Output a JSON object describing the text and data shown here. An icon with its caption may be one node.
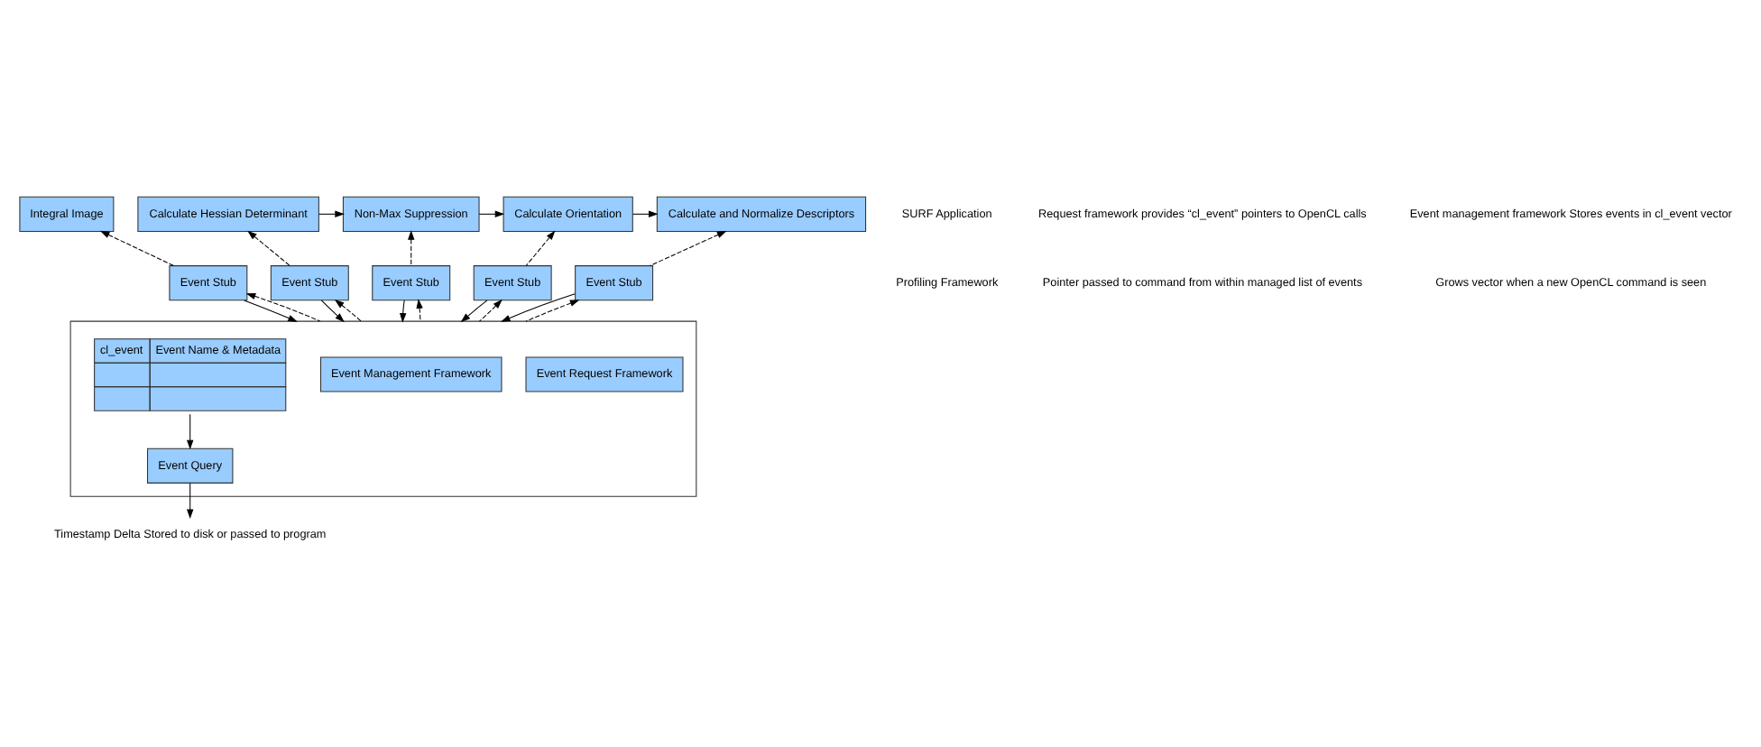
{
  "diagram": {
    "nodes": [
      {
        "text": [
          "Integral Image"
        ]
      },
      {
        "text": [
          "Calculate Hessian Determinant"
        ]
      },
      {
        "text": [
          "Non-Max Suppression"
        ]
      },
      {
        "text": [
          "Calculate Orientation"
        ]
      },
      {
        "text": [
          "Calculate and Normalize Descriptors"
        ]
      },
      {
        "text": [
          "Event Stub"
        ]
      },
      {
        "text": [
          "Event Stub"
        ]
      },
      {
        "text": [
          "Event Stub"
        ]
      },
      {
        "text": [
          "Event Stub"
        ]
      },
      {
        "text": [
          "Event Stub"
        ]
      },
      {
        "text": [],
        "shape": "box"
      },
      {
        "text": [
          "Event Request Framework"
        ],
        "in": 10
      },
      {
        "text": [
          "Event Management Framework"
        ],
        "in": 10
      },
      {
        "text": [
          "cl_event",
          "Event Name & Metadata"
        ],
        "in": 10
      },
      {
        "text": [
          "Event Query"
        ],
        "in": 10
      },
      {
        "text": [
          "Timestamp Delta Stored to disk or passed to program"
        ]
      }
    ],
    "edges": [
      {
        "from": 1,
        "to": 2,
        "arrow": "to"
      },
      {
        "from": 2,
        "to": 3,
        "arrow": "to"
      },
      {
        "from": 3,
        "to": 4,
        "arrow": "to"
      },
      {
        "from": 5,
        "to": 0,
        "arrow": "to",
        "style": "dashed"
      },
      {
        "from": 6,
        "to": 1,
        "arrow": "to",
        "style": "dashed"
      },
      {
        "from": 7,
        "to": 2,
        "arrow": "to",
        "style": "dashed"
      },
      {
        "from": 8,
        "to": 3,
        "arrow": "to",
        "style": "dashed"
      },
      {
        "from": 9,
        "to": 4,
        "arrow": "to",
        "style": "dashed"
      },
      {
        "from": 5,
        "to": 10,
        "arrow": "to"
      },
      {
        "from": 6,
        "to": 10,
        "arrow": "to"
      },
      {
        "from": 7,
        "to": 10,
        "arrow": "to"
      },
      {
        "from": 8,
        "to": 10,
        "arrow": "to"
      },
      {
        "from": 9,
        "to": 10,
        "arrow": "to"
      },
      {
        "from": 10,
        "to": 5,
        "arrow": "to",
        "style": "dashed"
      },
      {
        "from": 10,
        "to": 6,
        "arrow": "to",
        "style": "dashed"
      },
      {
        "from": 10,
        "to": 7,
        "arrow": "to",
        "style": "dashed"
      },
      {
        "from": 10,
        "to": 8,
        "arrow": "to",
        "style": "dashed"
      },
      {
        "from": 10,
        "to": 9,
        "arrow": "to",
        "style": "dashed"
      },
      {
        "from": 13,
        "to": 14,
        "arrow": "to"
      },
      {
        "from": 14,
        "to": 15,
        "arrow": "to"
      }
    ],
    "labels": [
      "SURF Application",
      "Profiling Framework",
      "Request framework provides “cl_event” pointers to OpenCL calls",
      "Pointer passed to command from within managed list of events",
      "Event management framework Stores events in cl_event vector",
      "Grows vector when a new OpenCL command is seen"
    ]
  }
}
